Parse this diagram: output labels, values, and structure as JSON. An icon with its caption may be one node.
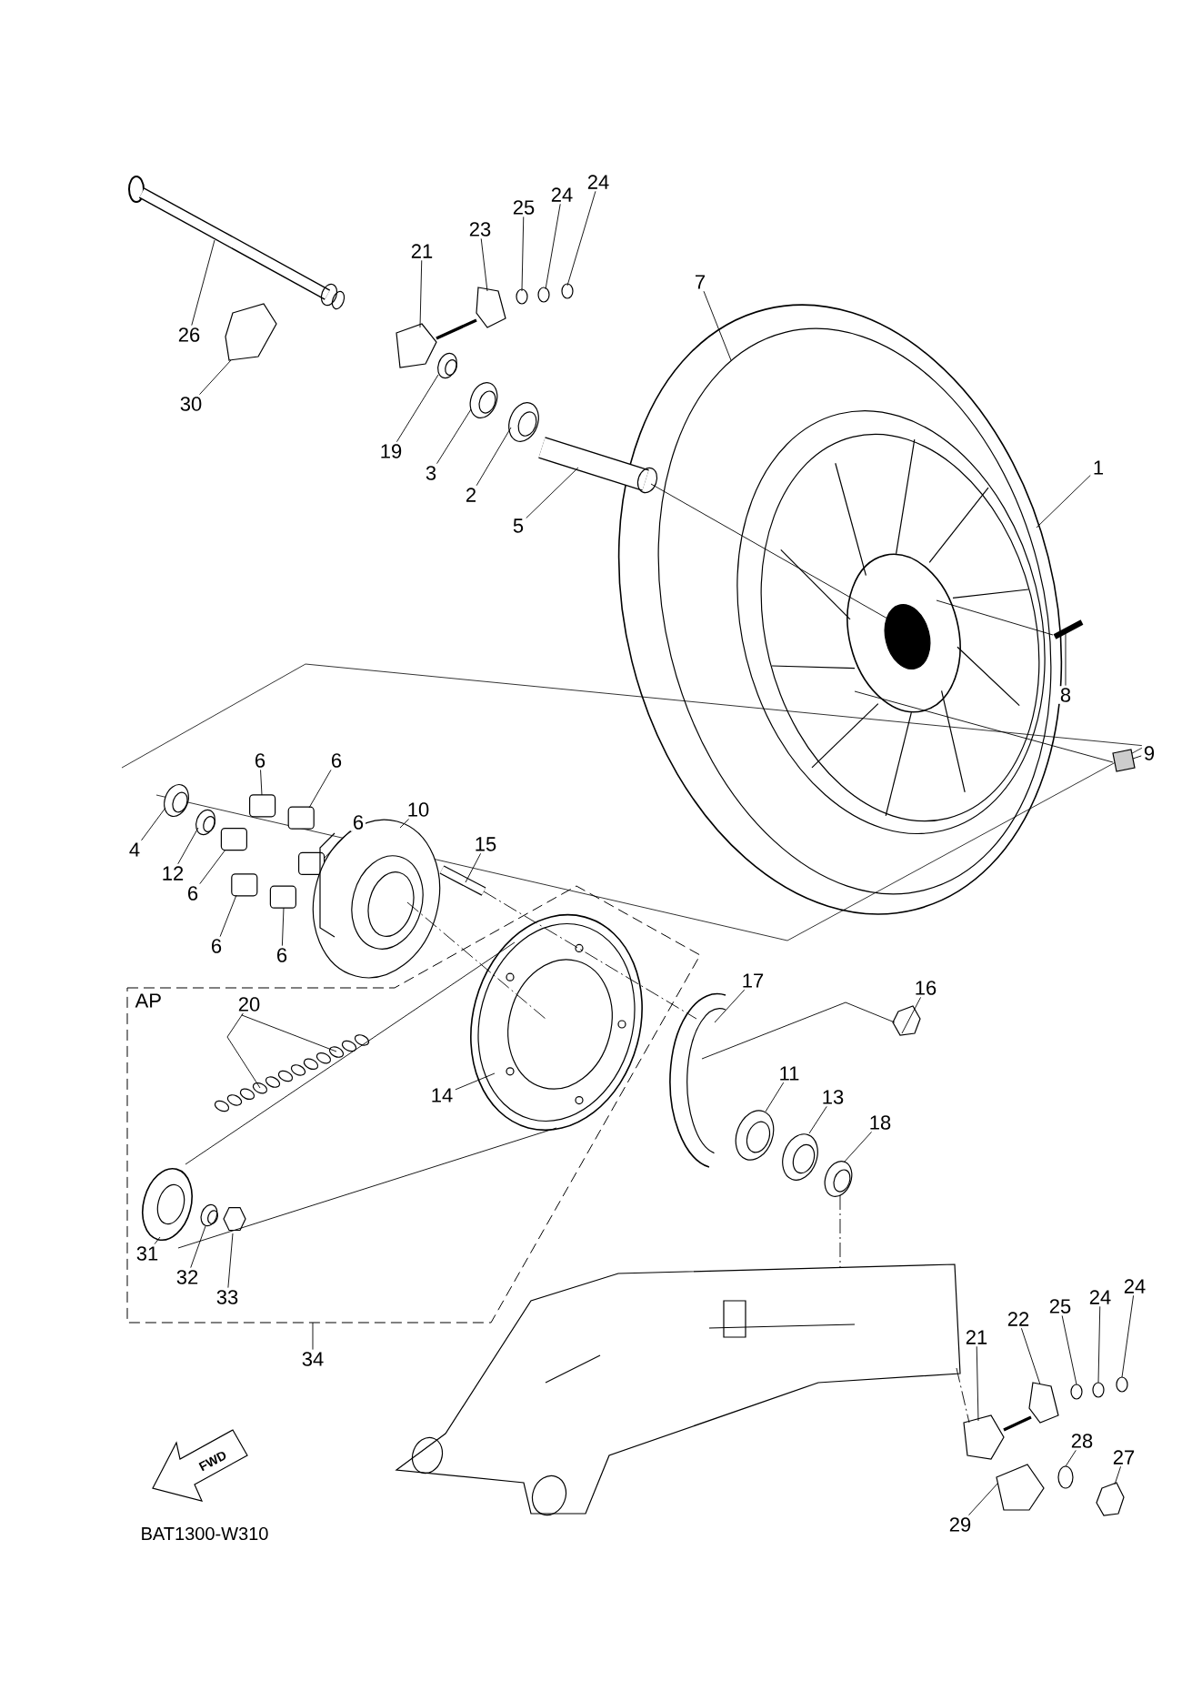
{
  "diagram": {
    "nodes": [
      {
        "text": [
          "AP"
        ]
      },
      {
        "text": [
          "26"
        ]
      },
      {
        "text": [
          "30"
        ]
      },
      {
        "text": [
          "21"
        ]
      },
      {
        "text": [
          "23"
        ]
      },
      {
        "text": [
          "25"
        ]
      },
      {
        "text": [
          "24"
        ]
      },
      {
        "text": [
          "24"
        ]
      },
      {
        "text": [
          "7"
        ]
      },
      {
        "text": [
          "19"
        ]
      },
      {
        "text": [
          "3"
        ]
      },
      {
        "text": [
          "2"
        ]
      },
      {
        "text": [
          "5"
        ]
      },
      {
        "text": [
          "1"
        ]
      },
      {
        "text": [
          "8"
        ]
      },
      {
        "text": [
          "9"
        ]
      },
      {
        "text": [
          "4"
        ]
      },
      {
        "text": [
          "12"
        ]
      },
      {
        "text": [
          "6"
        ]
      },
      {
        "text": [
          "6"
        ]
      },
      {
        "text": [
          "6"
        ]
      },
      {
        "text": [
          "6"
        ]
      },
      {
        "text": [
          "6"
        ]
      },
      {
        "text": [
          "6"
        ]
      },
      {
        "text": [
          "10"
        ]
      },
      {
        "text": [
          "15"
        ]
      },
      {
        "text": [
          "20"
        ],
        "in": 0
      },
      {
        "text": [
          "14"
        ],
        "in": 0
      },
      {
        "text": [
          "17"
        ]
      },
      {
        "text": [
          "16"
        ]
      },
      {
        "text": [
          "11"
        ]
      },
      {
        "text": [
          "13"
        ]
      },
      {
        "text": [
          "18"
        ]
      },
      {
        "text": [
          "31"
        ],
        "in": 0
      },
      {
        "text": [
          "32"
        ],
        "in": 0
      },
      {
        "text": [
          "33"
        ],
        "in": 0
      },
      {
        "text": [
          "34"
        ]
      },
      {
        "text": [
          "21"
        ]
      },
      {
        "text": [
          "22"
        ]
      },
      {
        "text": [
          "25"
        ]
      },
      {
        "text": [
          "24"
        ]
      },
      {
        "text": [
          "24"
        ]
      },
      {
        "text": [
          "28"
        ]
      },
      {
        "text": [
          "27"
        ]
      },
      {
        "text": [
          "29"
        ]
      },
      {
        "text": [],
        "shape": "picture"
      },
      {
        "text": [],
        "shape": "picture"
      },
      {
        "text": [],
        "shape": "picture"
      },
      {
        "text": [],
        "shape": "picture"
      },
      {
        "text": [],
        "shape": "circle"
      },
      {
        "text": [],
        "shape": "circle"
      },
      {
        "text": [],
        "shape": "circle"
      },
      {
        "text": [],
        "shape": "picture"
      },
      {
        "text": [],
        "shape": "picture"
      },
      {
        "text": [],
        "shape": "picture"
      },
      {
        "text": [],
        "shape": "picture"
      },
      {
        "text": [],
        "shape": "picture"
      },
      {
        "text": [],
        "shape": "picture"
      },
      {
        "text": [],
        "shape": "picture"
      },
      {
        "text": [],
        "shape": "picture"
      },
      {
        "text": [],
        "shape": "picture"
      },
      {
        "text": [],
        "shape": "box"
      },
      {
        "text": [],
        "shape": "box"
      },
      {
        "text": [],
        "shape": "box"
      },
      {
        "text": [],
        "shape": "box"
      },
      {
        "text": [],
        "shape": "box"
      },
      {
        "text": [],
        "shape": "box"
      },
      {
        "text": [],
        "shape": "picture"
      },
      {
        "text": [],
        "shape": "picture"
      },
      {
        "text": [],
        "shape": "picture",
        "in": 0
      },
      {
        "text": [],
        "shape": "picture",
        "in": 0
      },
      {
        "text": [],
        "shape": "picture"
      },
      {
        "text": [],
        "shape": "picture"
      },
      {
        "text": [],
        "shape": "picture"
      },
      {
        "text": [],
        "shape": "picture"
      },
      {
        "text": [],
        "shape": "picture"
      },
      {
        "text": [],
        "shape": "picture",
        "in": 0
      },
      {
        "text": [],
        "shape": "picture",
        "in": 0
      },
      {
        "text": [],
        "shape": "picture",
        "in": 0
      },
      {
        "text": [],
        "shape": "picture"
      },
      {
        "text": [],
        "shape": "picture"
      },
      {
        "text": [],
        "shape": "picture"
      },
      {
        "text": [],
        "shape": "circle"
      },
      {
        "text": [],
        "shape": "circle"
      },
      {
        "text": [],
        "shape": "circle"
      },
      {
        "text": [],
        "shape": "circle"
      },
      {
        "text": [],
        "shape": "picture"
      },
      {
        "text": [],
        "shape": "picture"
      }
    ],
    "edges": [
      {
        "from": 1,
        "to": 45,
        "arrow": "none"
      },
      {
        "from": 2,
        "to": 46,
        "arrow": "none"
      },
      {
        "from": 3,
        "to": 47,
        "arrow": "none"
      },
      {
        "from": 4,
        "to": 48,
        "arrow": "none"
      },
      {
        "from": 5,
        "to": 49,
        "arrow": "none"
      },
      {
        "from": 6,
        "to": 50,
        "arrow": "none"
      },
      {
        "from": 7,
        "to": 51,
        "arrow": "none"
      },
      {
        "from": 8,
        "to": 52,
        "arrow": "none"
      },
      {
        "from": 9,
        "to": 53,
        "arrow": "none"
      },
      {
        "from": 10,
        "to": 54,
        "arrow": "none"
      },
      {
        "from": 11,
        "to": 55,
        "arrow": "none"
      },
      {
        "from": 12,
        "to": 56,
        "arrow": "none"
      },
      {
        "from": 13,
        "to": 52,
        "arrow": "none"
      },
      {
        "from": 14,
        "to": 57,
        "arrow": "none"
      },
      {
        "from": 15,
        "to": 58,
        "arrow": "none"
      },
      {
        "from": 16,
        "to": 59,
        "arrow": "none"
      },
      {
        "from": 17,
        "to": 60,
        "arrow": "none"
      },
      {
        "from": 18,
        "to": 63,
        "arrow": "none"
      },
      {
        "from": 19,
        "to": 65,
        "arrow": "none"
      },
      {
        "from": 20,
        "to": 66,
        "arrow": "none"
      },
      {
        "from": 21,
        "to": 61,
        "arrow": "none"
      },
      {
        "from": 22,
        "to": 62,
        "arrow": "none"
      },
      {
        "from": 23,
        "to": 64,
        "arrow": "none"
      },
      {
        "from": 24,
        "to": 67,
        "arrow": "none"
      },
      {
        "from": 25,
        "to": 68,
        "arrow": "none"
      },
      {
        "from": 26,
        "to": 69,
        "arrow": "none"
      },
      {
        "from": 26,
        "to": 69,
        "arrow": "none"
      },
      {
        "from": 27,
        "to": 70,
        "arrow": "none"
      },
      {
        "from": 28,
        "to": 71,
        "arrow": "none"
      },
      {
        "from": 29,
        "to": 72,
        "arrow": "none"
      },
      {
        "from": 30,
        "to": 73,
        "arrow": "none"
      },
      {
        "from": 31,
        "to": 74,
        "arrow": "none"
      },
      {
        "from": 32,
        "to": 75,
        "arrow": "none"
      },
      {
        "from": 33,
        "to": 76,
        "arrow": "none"
      },
      {
        "from": 34,
        "to": 77,
        "arrow": "none"
      },
      {
        "from": 35,
        "to": 78,
        "arrow": "none"
      },
      {
        "from": 36,
        "to": 0,
        "arrow": "none"
      },
      {
        "from": 37,
        "to": 80,
        "arrow": "none"
      },
      {
        "from": 38,
        "to": 81,
        "arrow": "none"
      },
      {
        "from": 39,
        "to": 82,
        "arrow": "none"
      },
      {
        "from": 40,
        "to": 83,
        "arrow": "none"
      },
      {
        "from": 41,
        "to": 84,
        "arrow": "none"
      },
      {
        "from": 42,
        "to": 85,
        "arrow": "none"
      },
      {
        "from": 43,
        "to": 86,
        "arrow": "none"
      },
      {
        "from": 44,
        "to": 87,
        "arrow": "none"
      },
      {
        "from": 56,
        "to": 52,
        "arrow": "none"
      },
      {
        "from": 52,
        "to": 57,
        "arrow": "none"
      },
      {
        "from": 52,
        "to": 58,
        "arrow": "none"
      },
      {
        "from": 67,
        "to": 70,
        "arrow": "none",
        "style": "dashed"
      },
      {
        "from": 68,
        "to": 71,
        "arrow": "none",
        "style": "dashed"
      },
      {
        "from": 71,
        "to": 72,
        "arrow": "none"
      },
      {
        "from": 75,
        "to": 79,
        "arrow": "none",
        "style": "dashed"
      },
      {
        "from": 79,
        "to": 80,
        "arrow": "none",
        "style": "dashed"
      },
      {
        "from": 70,
        "to": 76,
        "arrow": "none"
      },
      {
        "from": 70,
        "to": 76,
        "arrow": "none"
      }
    ],
    "labels": [
      "FWD",
      "BAT1300-W310"
    ]
  }
}
